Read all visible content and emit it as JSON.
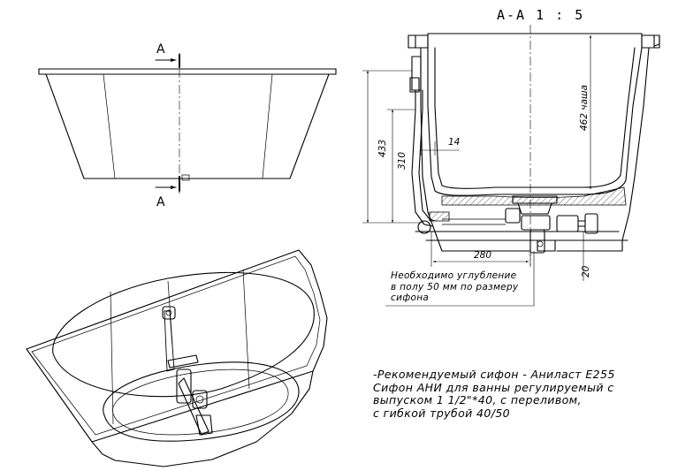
{
  "section_title": "А-А 1 : 5",
  "cut_labels": {
    "top": "А",
    "bottom": "А"
  },
  "dimensions": {
    "bowl_depth": "462 чаша",
    "overall_height": "433",
    "drain_height": "310",
    "wall_offset": "14",
    "drain_distance": "280",
    "floor_recess": "20"
  },
  "floor_note": [
    "Необходимо углубление",
    "в полу 50 мм по размеру",
    "сифона"
  ],
  "recommendation_note": [
    "-Рекомендуемый сифон - Аниласт Е255",
    "Сифон АНИ для ванны регулируемый с",
    "выпуском 1 1/2\"*40, с переливом,",
    "с гибкой трубой 40/50"
  ]
}
